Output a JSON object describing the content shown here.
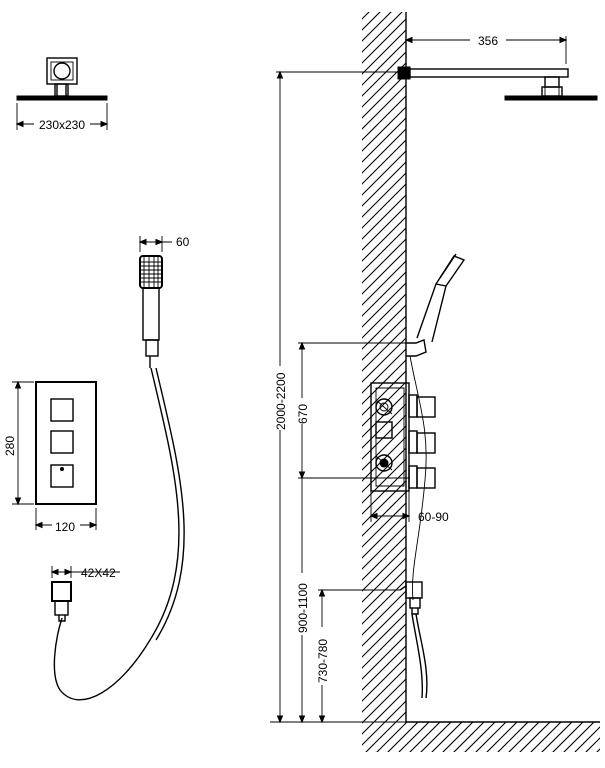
{
  "dimensions": {
    "head_size": "230x230",
    "arm_length": "356",
    "handshower_width": "60",
    "panel_height": "280",
    "panel_width": "120",
    "outlet_size": "42X42",
    "head_height": "2000-2200",
    "holder_offset": "670",
    "valve_depth": "60-90",
    "valve_height": "900-1100",
    "outlet_height": "730-780"
  }
}
